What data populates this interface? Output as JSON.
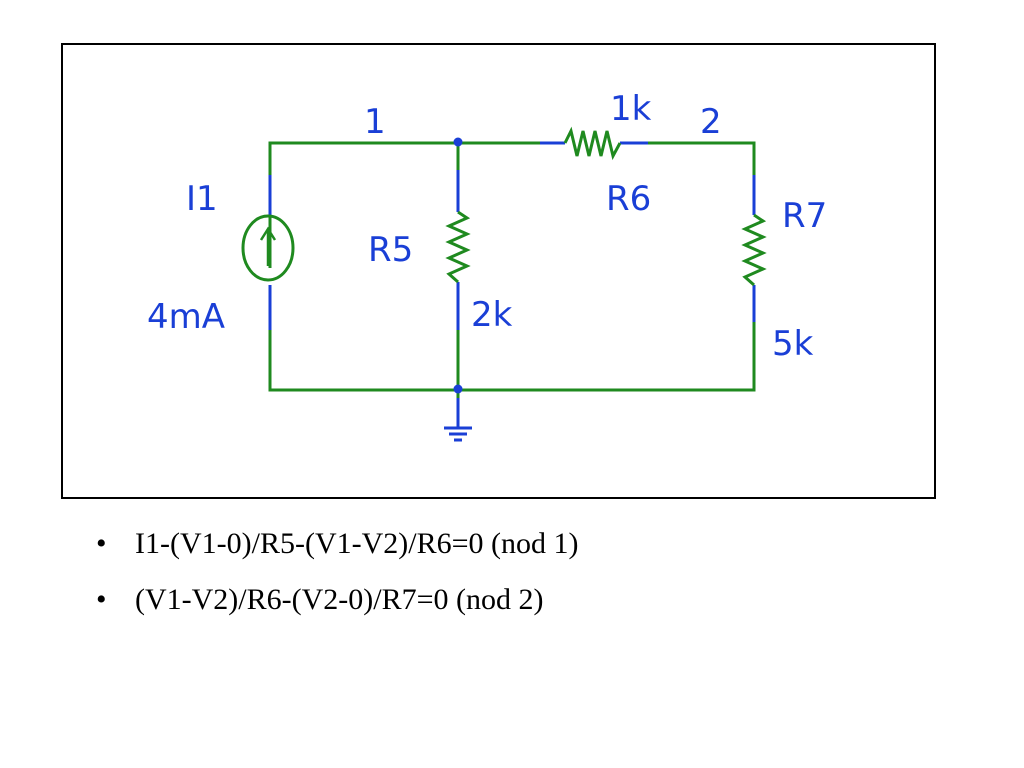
{
  "colors": {
    "wire": "#1f8a1f",
    "component_lead": "#1a3fd6",
    "label": "#1a3fd6",
    "frame": "#000000"
  },
  "schematic": {
    "node_labels": [
      "1",
      "2"
    ],
    "source": {
      "ref": "I1",
      "value": "4mA",
      "icon": "current-source-icon"
    },
    "resistors": [
      {
        "ref": "R5",
        "value": "2k"
      },
      {
        "ref": "R6",
        "value": "1k"
      },
      {
        "ref": "R7",
        "value": "5k"
      }
    ],
    "ground_icon": "ground-icon"
  },
  "equations": [
    {
      "bullet": "•",
      "text": "I1-(V1-0)/R5-(V1-V2)/R6=0 (nod 1)"
    },
    {
      "bullet": "•",
      "text": "(V1-V2)/R6-(V2-0)/R7=0 (nod 2)"
    }
  ]
}
